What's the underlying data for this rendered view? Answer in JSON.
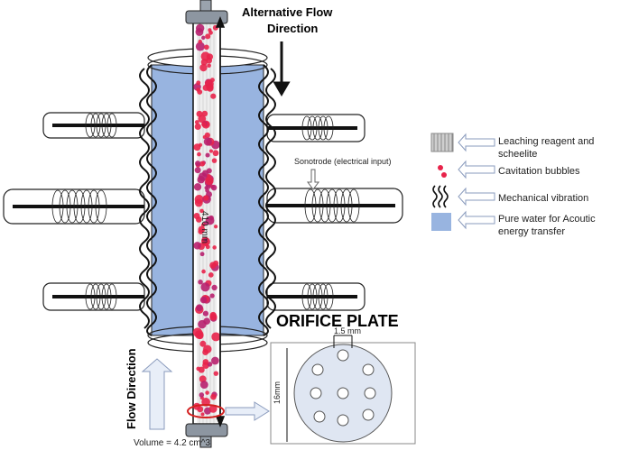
{
  "labels": {
    "alt_flow_line1": "Alternative Flow",
    "alt_flow_line2": "Direction",
    "flow_direction": "Flow Direction",
    "length": "410 mm",
    "sonotrode": "Sonotrode (electrical input)",
    "orifice_title": "ORIFICE PLATE",
    "hole_size": "1.5 mm",
    "plate_size": "16mm",
    "volume": "Volume = 4.2 cm^3"
  },
  "legend": [
    {
      "icon": "hatched-gray-swatch",
      "text": "Leaching reagent and scheelite"
    },
    {
      "icon": "red-dots",
      "text": "Cavitation bubbles"
    },
    {
      "icon": "wavy-lines",
      "text": "Mechanical vibration"
    },
    {
      "icon": "blue-square",
      "text": "Pure water for Acoutic energy transfer"
    }
  ],
  "colors": {
    "water": "#98b4e0",
    "bubble_red": "#e8234a",
    "bubble_magenta": "#b8206e",
    "outline": "#111111",
    "arrow_fill": "#e8eef8",
    "arrow_stroke": "#8a9bbd",
    "plate_fill": "#dfe6f2",
    "highlight_ring": "#d42020"
  }
}
